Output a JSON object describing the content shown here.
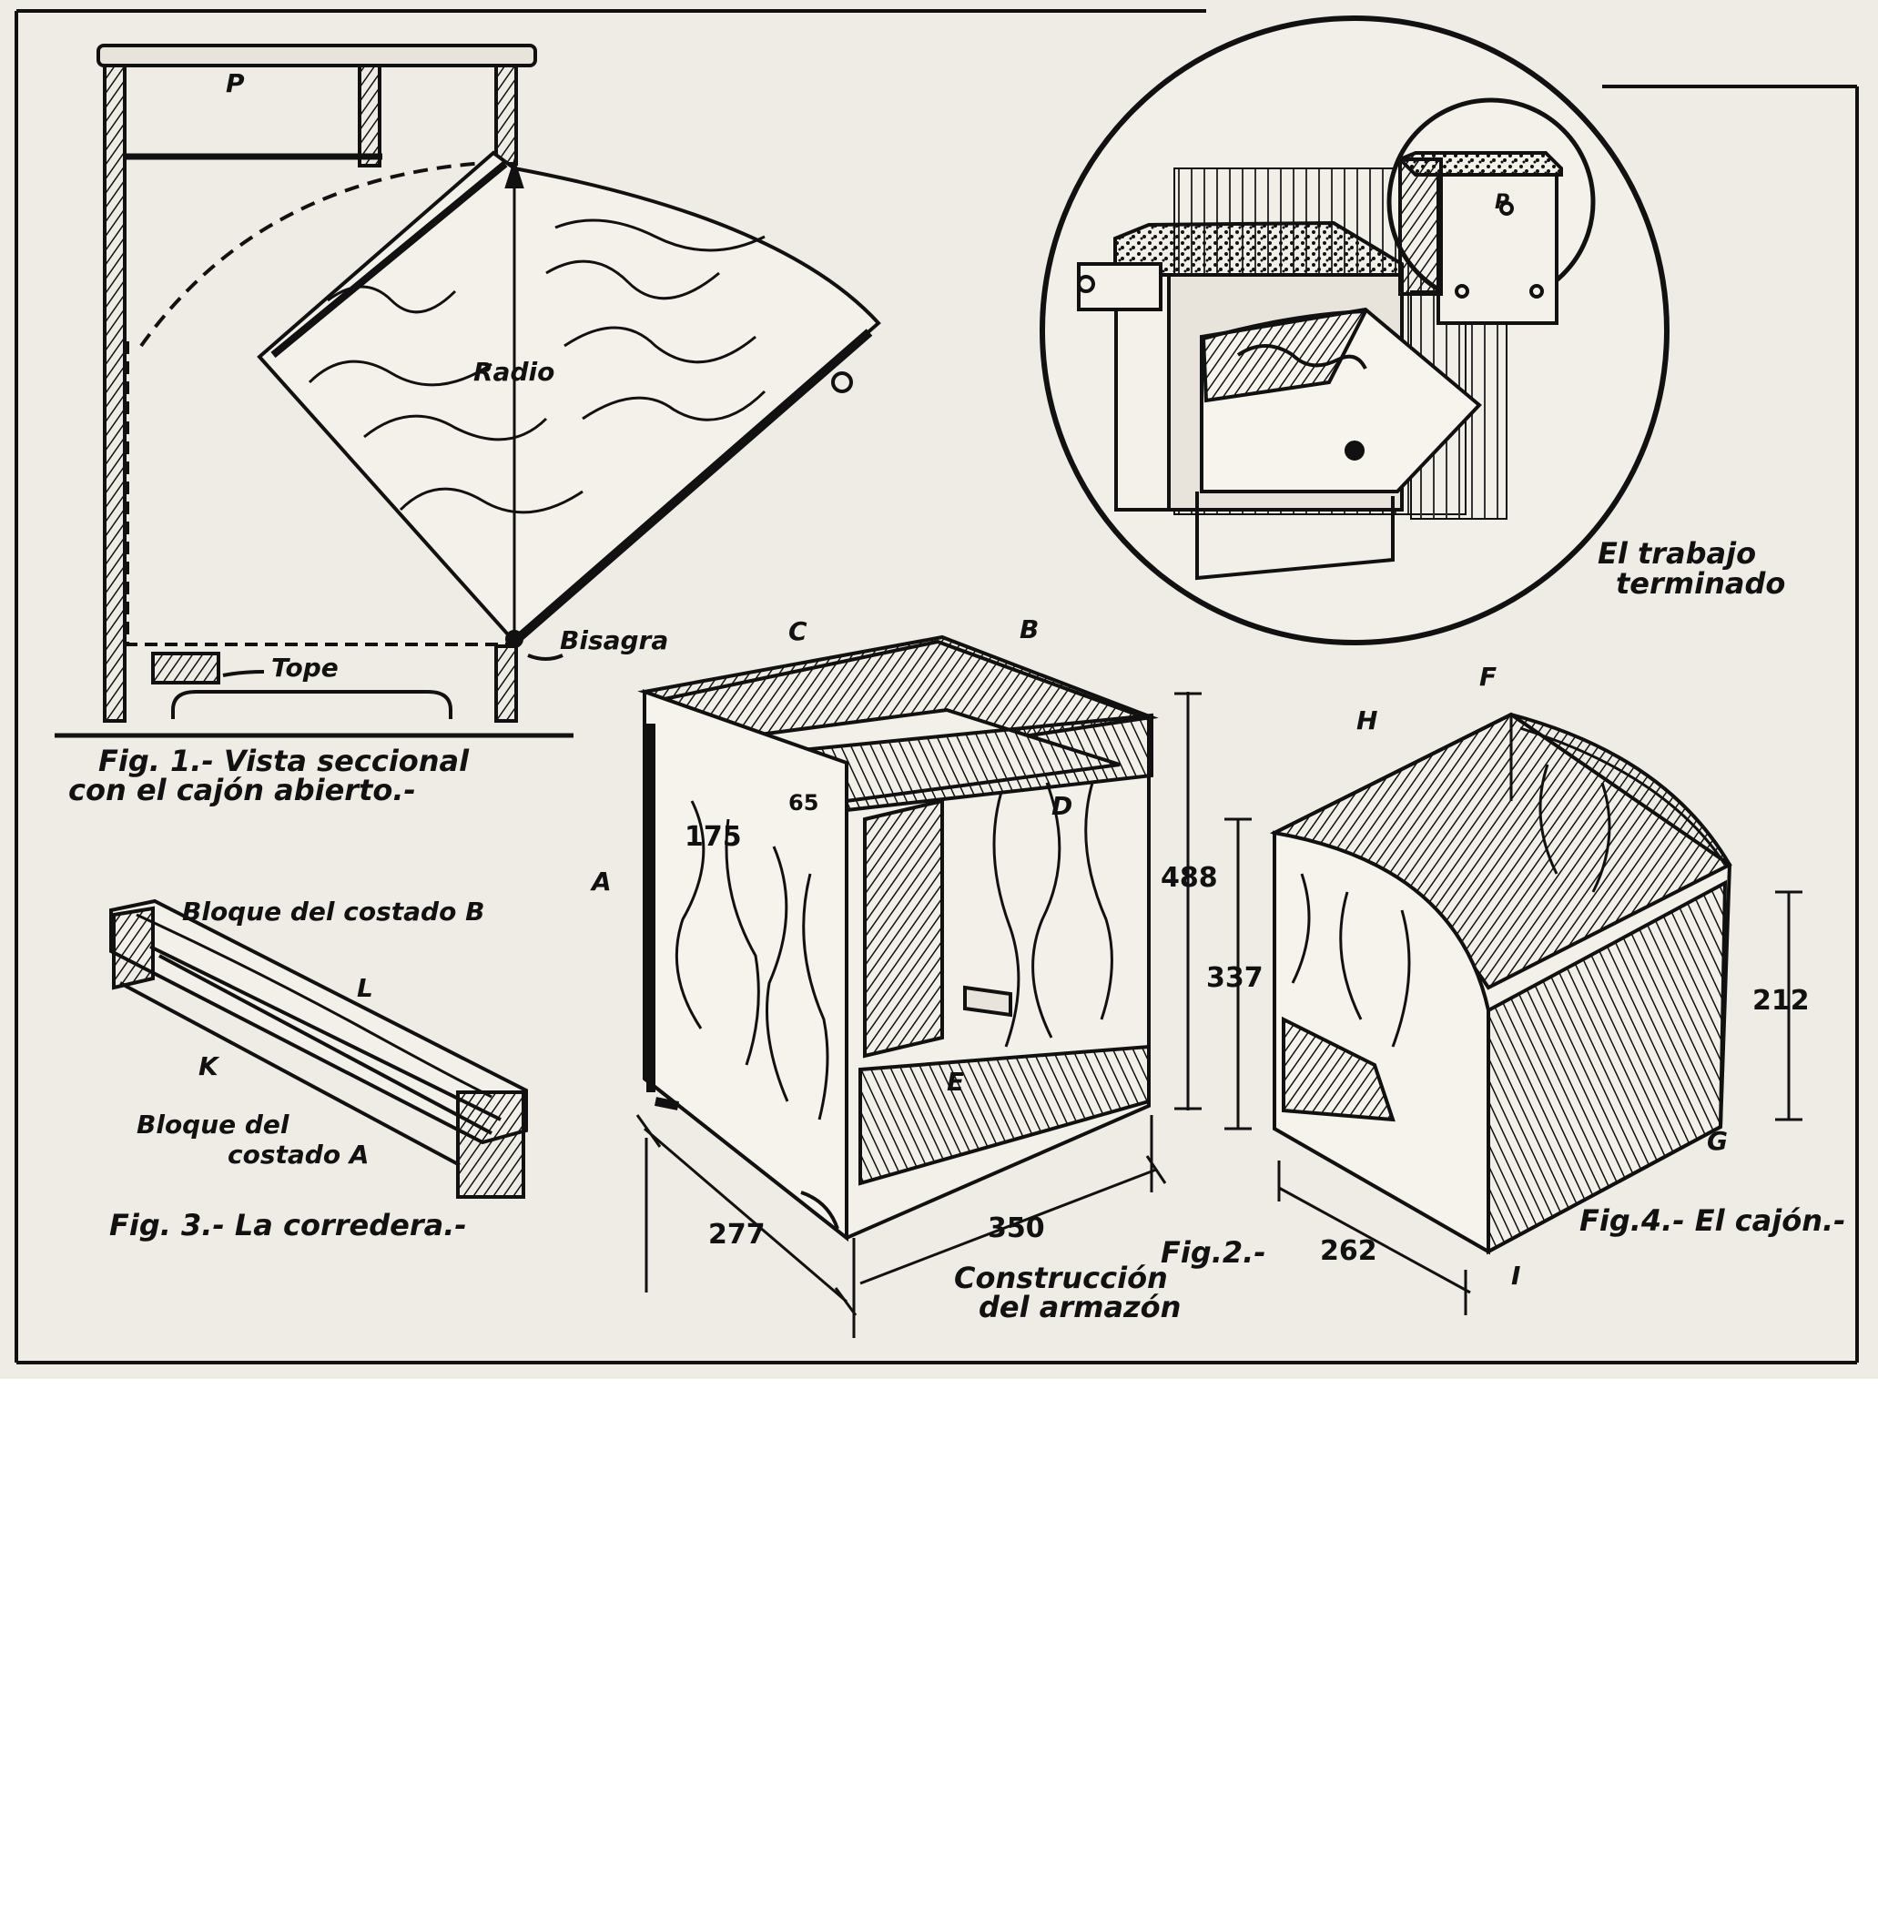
{
  "fig1": {
    "caption_line1": "Fig. 1.- Vista seccional",
    "caption_line2": "con el cajón abierto.-",
    "label_p": "P",
    "label_radio": "Radio",
    "label_bisagra": "Bisagra",
    "label_tope": "Tope"
  },
  "inset": {
    "caption_line1": "El trabajo",
    "caption_line2": "terminado",
    "label_p": "P"
  },
  "fig2": {
    "caption_fig": "Fig.2.-",
    "caption_line1": "Construcción",
    "caption_line2": "del armazón",
    "labels": {
      "a": "A",
      "b": "B",
      "c": "C",
      "d": "D",
      "e": "E"
    },
    "dims": {
      "d175": "175",
      "d65": "65",
      "d488": "488",
      "d277": "277",
      "d350": "350"
    }
  },
  "fig3": {
    "caption": "Fig. 3.- La corredera.-",
    "bloque_b": "Bloque del costado B",
    "bloque_a_line1": "Bloque del",
    "bloque_a_line2": "costado A",
    "label_l": "L",
    "label_k": "K"
  },
  "fig4": {
    "caption": "Fig.4.- El cajón.-",
    "labels": {
      "f": "F",
      "g": "G",
      "h": "H",
      "i": "I"
    },
    "dims": {
      "d337": "337",
      "d212": "212",
      "d262": "262"
    }
  }
}
